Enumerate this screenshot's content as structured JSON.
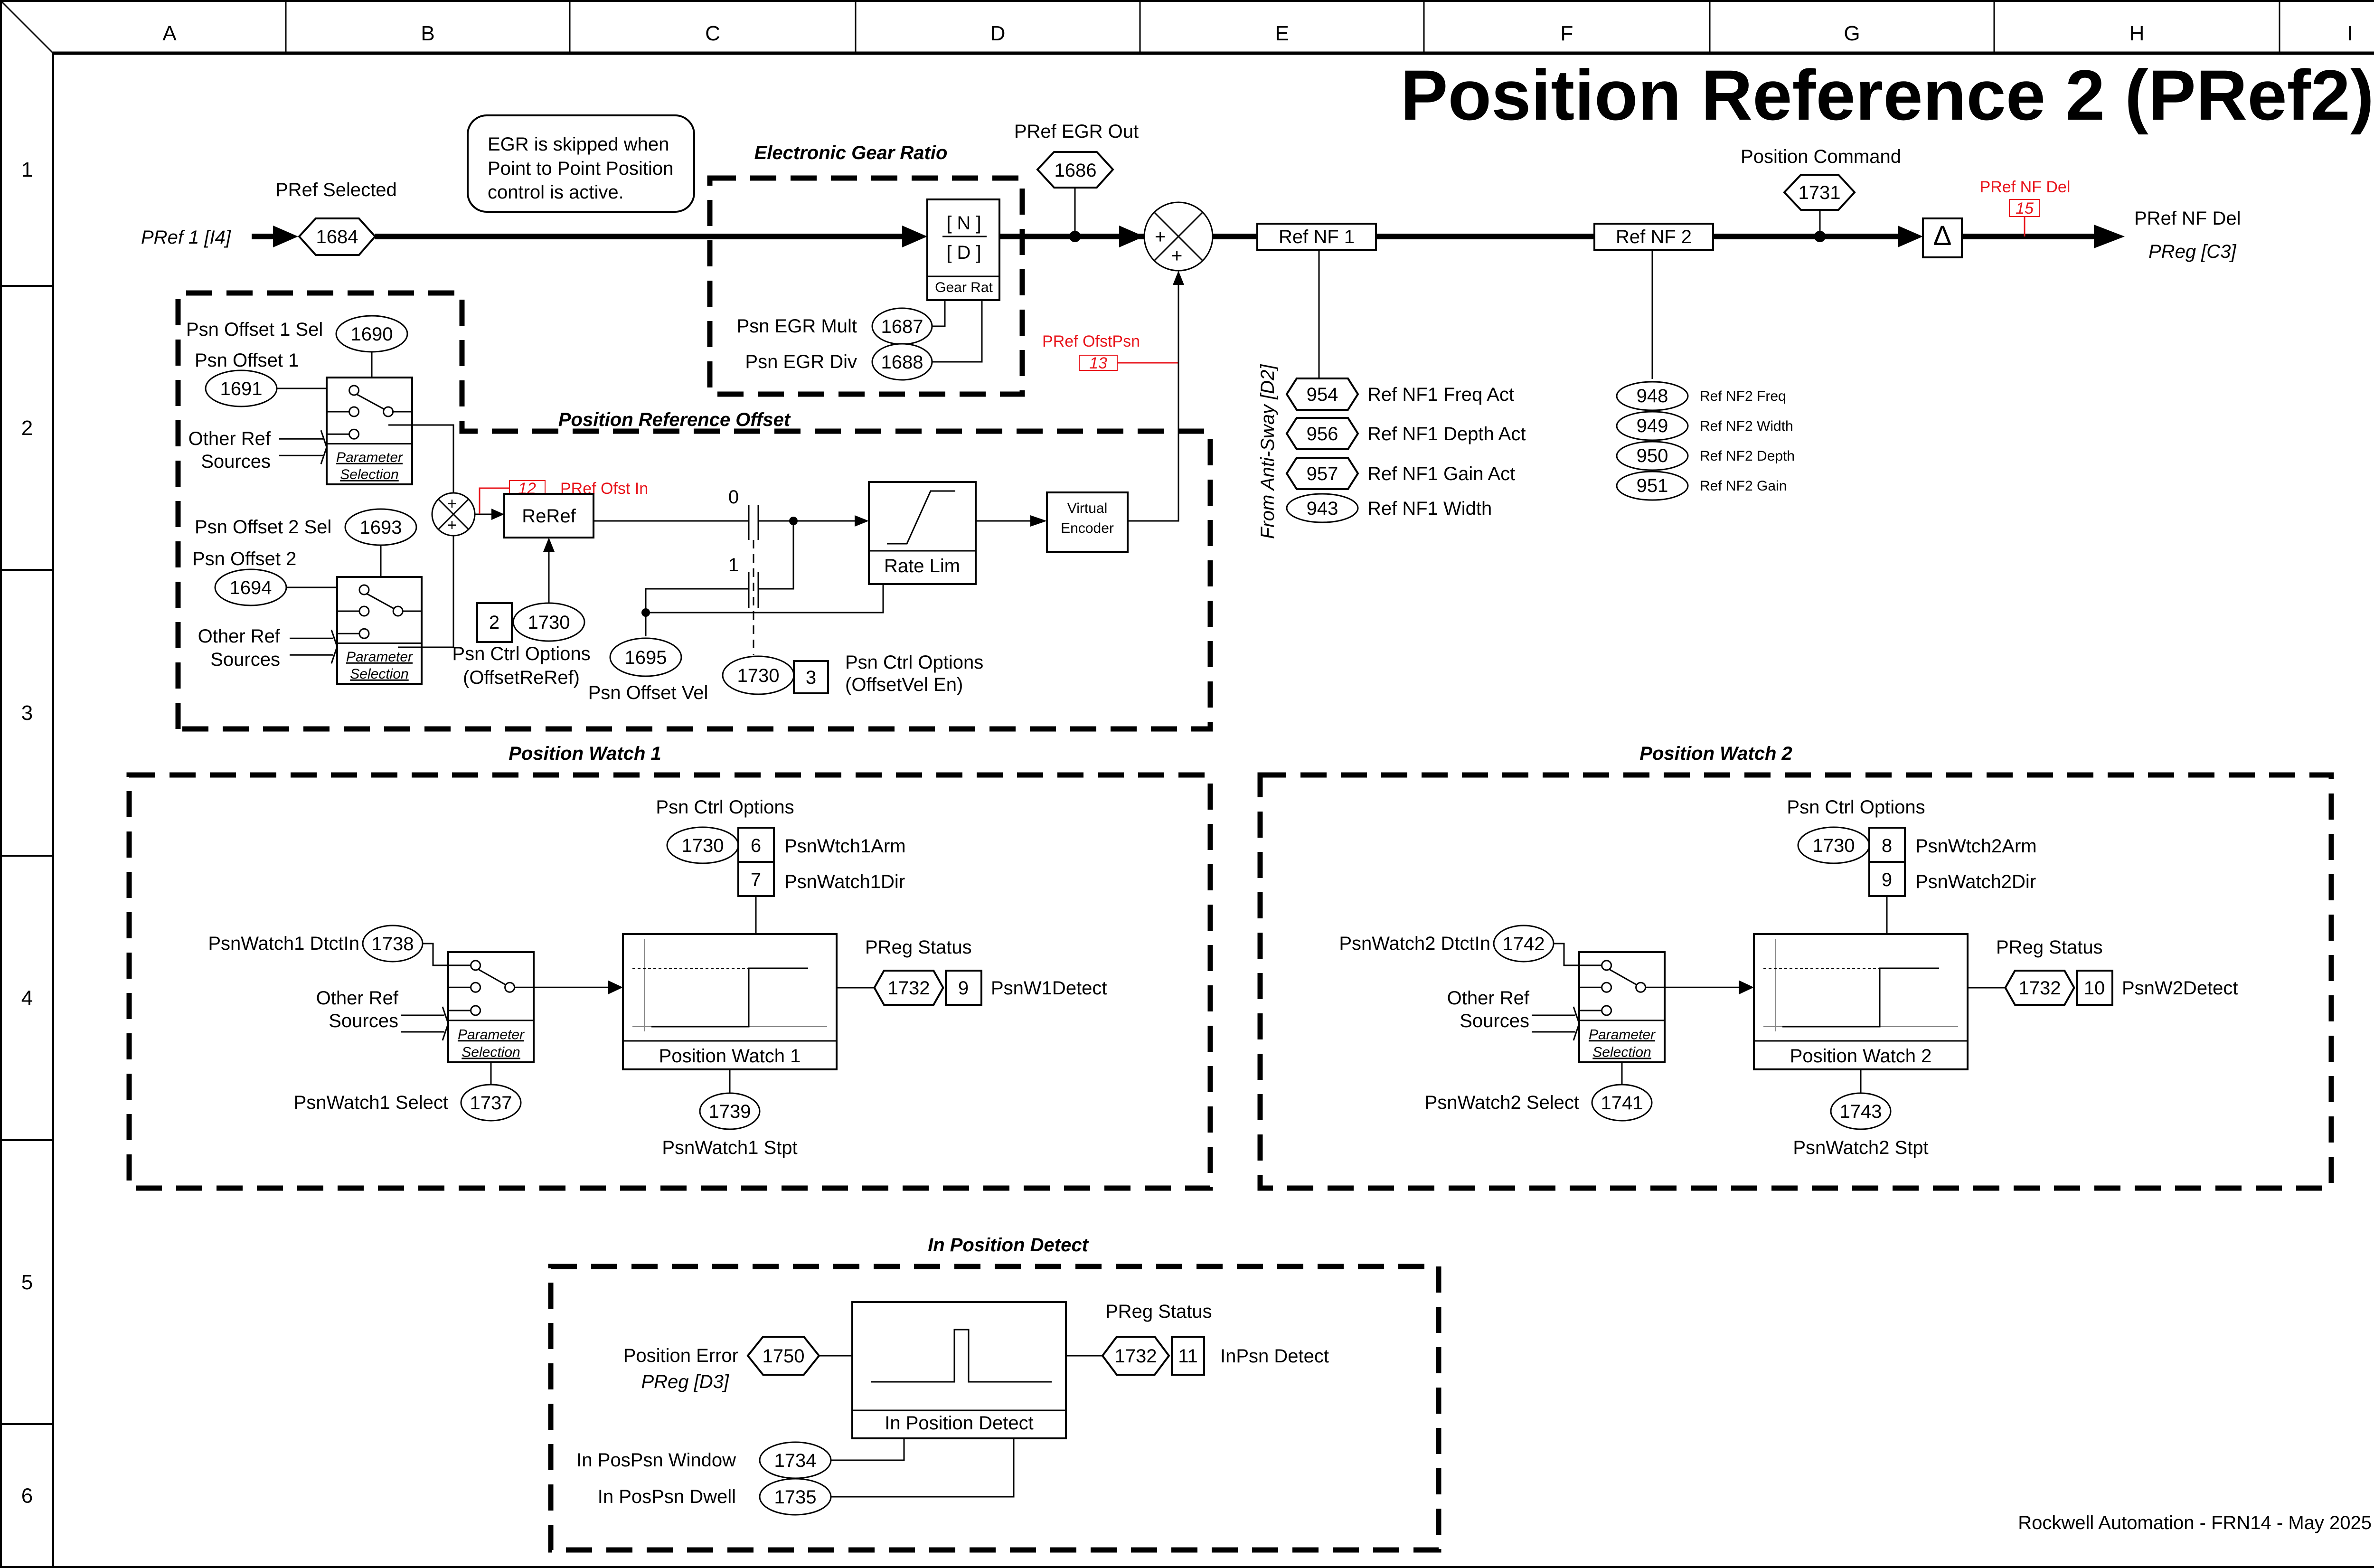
{
  "grid": {
    "columns": [
      "A",
      "B",
      "C",
      "D",
      "E",
      "F",
      "G",
      "H",
      "I"
    ],
    "rows": [
      "1",
      "2",
      "3",
      "4",
      "5",
      "6"
    ]
  },
  "title": "Position Reference 2 (PRef2)",
  "footer": "Rockwell Automation - FRN14 - May 2025",
  "note": [
    "EGR is skipped when",
    "Point to Point Position",
    "control is active."
  ],
  "main_path": {
    "input_label": "PRef 1 [I4]",
    "pref_selected_label": "PRef Selected",
    "pref_selected_param": "1684",
    "egr_out_label": "PRef EGR Out",
    "egr_out_param": "1686",
    "sum_plus_top": "+",
    "sum_plus_bottom": "+",
    "ref_nf1": "Ref NF 1",
    "ref_nf2": "Ref NF 2",
    "position_command_label": "Position Command",
    "position_command_param": "1731",
    "delta_symbol": "Δ",
    "nf_del_test_label": "PRef NF Del",
    "nf_del_test_point": "15",
    "output_label": "PRef NF Del",
    "output_ref": "PReg [C3]"
  },
  "egr": {
    "section_title": "Electronic Gear Ratio",
    "numerator": "[ N ]",
    "denominator": "[ D ]",
    "block_label": "Gear Rat",
    "mult_label": "Psn EGR Mult",
    "mult_param": "1687",
    "div_label": "Psn EGR Div",
    "div_param": "1688"
  },
  "ofst_psn_test": {
    "label": "PRef OfstPsn",
    "point": "13"
  },
  "ref_nf1_params": {
    "from_label": "From Anti-Sway [D2]",
    "items": [
      {
        "param": "954",
        "label": "Ref NF1 Freq Act",
        "shape": "hex"
      },
      {
        "param": "956",
        "label": "Ref NF1 Depth Act",
        "shape": "hex"
      },
      {
        "param": "957",
        "label": "Ref NF1 Gain Act",
        "shape": "hex"
      },
      {
        "param": "943",
        "label": "Ref NF1 Width",
        "shape": "oval"
      }
    ]
  },
  "ref_nf2_params": {
    "items": [
      {
        "param": "948",
        "label": "Ref NF2 Freq"
      },
      {
        "param": "949",
        "label": "Ref NF2 Width"
      },
      {
        "param": "950",
        "label": "Ref NF2 Depth"
      },
      {
        "param": "951",
        "label": "Ref NF2 Gain"
      }
    ]
  },
  "offset": {
    "section_title": "Position Reference Offset",
    "ofst1_sel_label": "Psn Offset 1 Sel",
    "ofst1_sel_param": "1690",
    "ofst1_label": "Psn Offset 1",
    "ofst1_param": "1691",
    "ofst2_sel_label": "Psn Offset 2 Sel",
    "ofst2_sel_param": "1693",
    "ofst2_label": "Psn Offset 2",
    "ofst2_param": "1694",
    "other_ref": "Other Ref",
    "sources": "Sources",
    "param_sel_1": "Parameter",
    "param_sel_2": "Selection",
    "ofst_in_test_point": "12",
    "ofst_in_test_label": "PRef Ofst In",
    "reref": "ReRef",
    "reref_bit": "2",
    "reref_param": "1730",
    "reref_opt_label": "Psn Ctrl Options",
    "reref_opt_sub": "(OffsetReRef)",
    "contact_0": "0",
    "contact_1": "1",
    "rate_lim": "Rate Lim",
    "virtual_encoder_1": "Virtual",
    "virtual_encoder_2": "Encoder",
    "ofst_vel_param": "1695",
    "ofst_vel_label": "Psn Offset Vel",
    "velen_param": "1730",
    "velen_bit": "3",
    "velen_label": "Psn Ctrl Options",
    "velen_sub": "(OffsetVel En)"
  },
  "watch1": {
    "section_title": "Position Watch 1",
    "ctrl_label": "Psn Ctrl Options",
    "ctrl_param": "1730",
    "arm_bit": "6",
    "arm_label": "PsnWtch1Arm",
    "dir_bit": "7",
    "dir_label": "PsnWatch1Dir",
    "dtct_label": "PsnWatch1 DtctIn",
    "dtct_param": "1738",
    "other_ref": "Other Ref",
    "sources": "Sources",
    "param_sel_1": "Parameter",
    "param_sel_2": "Selection",
    "select_label": "PsnWatch1 Select",
    "select_param": "1737",
    "block_label": "Position Watch 1",
    "stpt_param": "1739",
    "stpt_label": "PsnWatch1 Stpt",
    "status_label": "PReg Status",
    "status_param": "1732",
    "status_bit": "9",
    "status_bit_label": "PsnW1Detect"
  },
  "watch2": {
    "section_title": "Position Watch 2",
    "ctrl_label": "Psn Ctrl Options",
    "ctrl_param": "1730",
    "arm_bit": "8",
    "arm_label": "PsnWtch2Arm",
    "dir_bit": "9",
    "dir_label": "PsnWatch2Dir",
    "dtct_label": "PsnWatch2 DtctIn",
    "dtct_param": "1742",
    "other_ref": "Other Ref",
    "sources": "Sources",
    "param_sel_1": "Parameter",
    "param_sel_2": "Selection",
    "select_label": "PsnWatch2 Select",
    "select_param": "1741",
    "block_label": "Position Watch 2",
    "stpt_param": "1743",
    "stpt_label": "PsnWatch2 Stpt",
    "status_label": "PReg Status",
    "status_param": "1732",
    "status_bit": "10",
    "status_bit_label": "PsnW2Detect"
  },
  "inpos": {
    "section_title": "In Position Detect",
    "err_label": "Position Error",
    "err_ref": "PReg [D3]",
    "err_param": "1750",
    "block_label": "In Position Detect",
    "status_label": "PReg Status",
    "status_param": "1732",
    "status_bit": "11",
    "status_bit_label": "InPsn Detect",
    "window_label": "In PosPsn Window",
    "window_param": "1734",
    "dwell_label": "In PosPsn Dwell",
    "dwell_param": "1735"
  }
}
